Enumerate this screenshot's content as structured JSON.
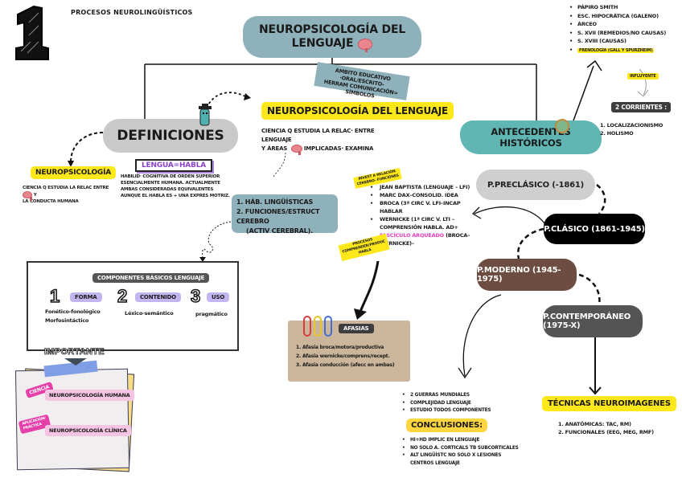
{
  "header": {
    "number": "1",
    "page_title": "PROCESOS NEUROLINGÜÍSTICOS"
  },
  "main_title": {
    "line1": "NEUROPSICOLOGÍA DEL",
    "line2": "LENGUAJE",
    "icon": "brain-icon"
  },
  "ambito_note": {
    "line1": "ÁMBITO EDUCATIVO ·ORAL/ESCRITO-",
    "line2": "HERRAM COMUNICACIÓN= SÍMBOLOS"
  },
  "np_lenguaje": {
    "title": "NEUROPSICOLOGÍA DEL LENGUAJE",
    "desc_line1": "CIENCIA Q ESTUDIA LA RELAC· ENTRE LENGUAJE",
    "desc_line2a": "Y ÁREAS",
    "desc_line2b": "IMPLICADAS· EXAMINA"
  },
  "definiciones": {
    "title": "DEFINICIONES",
    "neuropsicologia_tag": "NEUROPSICOLOGÍA",
    "neuropsicologia_desc_a": "CIENCIA Q ESTUDIA LA RELAC ENTRE",
    "neuropsicologia_desc_b": "Y",
    "neuropsicologia_desc_c": "LA CONDUCTA HUMANA",
    "lengua_tag": "LENGUA=HABLA",
    "lengua_desc": "HABILID· COGNITIVA DE ORDEN SUPERIOR ESENCIALMENTE HUMANA. ACTUALMENTE AMBAS CONSIDERADAS EQUIVALENTES AUNQUE EL HABLA ES + UNA EXPRES MOTRIZ."
  },
  "habilidades": {
    "items": [
      "1. HÁB. LINGÜÍSTICAS",
      "2. FUNCIONES/ESTRUCT CEREBRO",
      "(ACTIV CEREBRAL)."
    ]
  },
  "componentes": {
    "title": "COMPONENTES BÁSICOS LENGUAJE",
    "items": [
      {
        "number": "1",
        "label": "FORMA",
        "desc": [
          "Fonético-fonológico",
          "Morfosintáctico"
        ]
      },
      {
        "number": "2",
        "label": "CONTENIDO",
        "desc": [
          "Léxico-semántico"
        ]
      },
      {
        "number": "3",
        "label": "USO",
        "desc": [
          "pragmático"
        ]
      }
    ]
  },
  "importante": {
    "label": "IMPORTANTE",
    "rows": [
      {
        "tag": "CIENCIA",
        "value": "NEUROPSICOLOGÍA HUMANA"
      },
      {
        "tag_line1": "APLICACIÓN/",
        "tag_line2": "PRÁCTICA",
        "value": "NEUROPSICOLOGÍA CLÍNICA"
      }
    ]
  },
  "clasico_detail": {
    "relacion_tag_line1": "INVEST A RELACIÓN",
    "relacion_tag_line2": "CEREBRO- FUNCIONES",
    "proceso_tag_line1": "PROCESOS",
    "proceso_tag_line2": "COMPRENDER/PRODUC",
    "proceso_tag_line3": "HABLA",
    "items": [
      "JEAN BAPTISTA (LENGUAJE – LFI)",
      "MARC DAX–CONSOLID. IDEA",
      "BROCA (3ª CIRC V. LFI–INCAP HABLAR",
      "WERNICKE (1ª CIRC V. LTI – COMPRENSIÓN HABLA. AD+"
    ],
    "last_highlight": "FASCÍCULO ARQUEADO",
    "last_tail": "(BROCA–WERNICKE)–"
  },
  "afasias": {
    "title": "AFASIAS",
    "items": [
      "1. Afasia broca/motora/productiva",
      "2. Afasia wernicke/comprens/recept.",
      "3. Afasia conducción (afecc en ambas)"
    ]
  },
  "antecedentes": {
    "line1": "ANTECEDENTES",
    "line2": "HISTÓRICOS",
    "history": [
      "PÁPIRO SMITH",
      "ESC. HIPOCRÁTICA (GALENO)",
      "ÁRCEO",
      "S. XVII (REMEDIOS/NO CAUSAS)",
      "S. XVIII (CAUSAS)"
    ],
    "history_highlight": "FRENOLOGÍA (GALL Y SPURZHEIM)",
    "influyente": "INFLUYENTE",
    "corrientes_title": "2 CORRIENTES :",
    "corrientes": [
      "1. LOCALIZACIONISMO",
      "2. HOLISMO"
    ]
  },
  "periods": {
    "preclasico": "P.PRECLÁSICO (-1861)",
    "clasico": "P.CLÁSICO (1861-1945)",
    "moderno": "P.MODERNO (1945-1975)",
    "contemporaneo": "P.CONTEMPORÁNEO (1975-X)"
  },
  "moderno_detail": {
    "items": [
      "2 GUERRAS MUNDIALES",
      "COMPLEJIDAD LENGUAJE",
      "ESTUDIO TODOS COMPONENTES"
    ],
    "conclusiones_title": "CONCLUSIONES:",
    "conclusiones": [
      "HI+HD IMPLIC EN LENGUAJE",
      "NO SOLO A. CORTICALS TB SUBCORTICALES",
      "ALT LINGÜÍSTC NO SOLO X LESIONES CENTROS LENGUAJE"
    ]
  },
  "tecnicas": {
    "title": "TÉCNICAS NEUROIMAGENES",
    "items": [
      "1. ANATÓMICAS: TAC, RM)",
      "2. FUNCIONALES (EEG, MEG, RMF)"
    ]
  }
}
